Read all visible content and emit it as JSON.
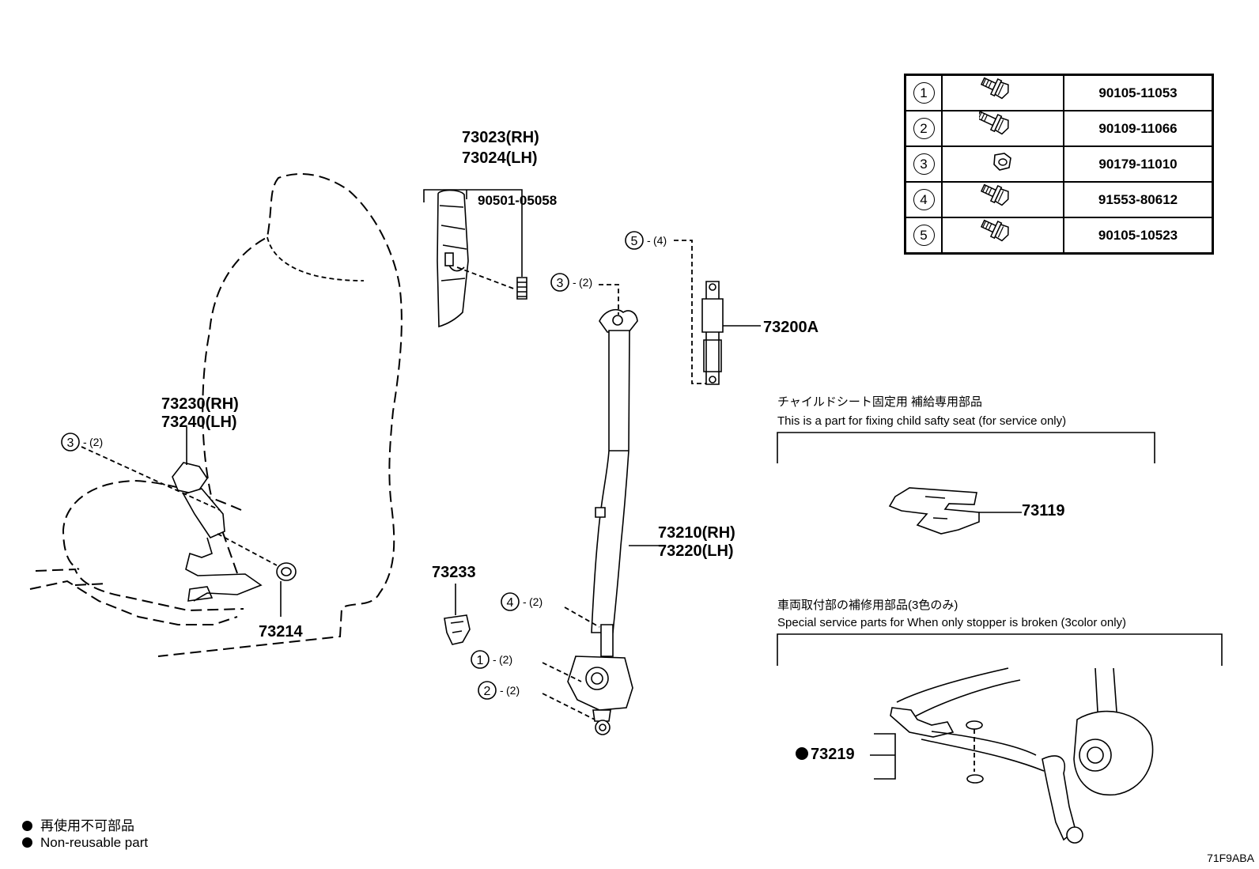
{
  "fastener_table": [
    {
      "ref": "1",
      "part_no": "90105-11053",
      "icon": "flange-bolt-icon"
    },
    {
      "ref": "2",
      "part_no": "90109-11066",
      "icon": "flange-bolt-long-icon"
    },
    {
      "ref": "3",
      "part_no": "90179-11010",
      "icon": "flange-nut-icon"
    },
    {
      "ref": "4",
      "part_no": "91553-80612",
      "icon": "flange-bolt-icon"
    },
    {
      "ref": "5",
      "part_no": "90105-10523",
      "icon": "flange-bolt-icon"
    }
  ],
  "labels": {
    "p73023": "73023(RH)",
    "p73024": "73024(LH)",
    "p90501": "90501-05058",
    "p73200A": "73200A",
    "p73230": "73230(RH)",
    "p73240": "73240(LH)",
    "p73214": "73214",
    "p73233": "73233",
    "p73210": "73210(RH)",
    "p73220": "73220(LH)",
    "p73119": "73119",
    "p73219": "73219",
    "ref5_qty": "5",
    "ref5_paren": "(4)",
    "ref3a_qty": "3",
    "ref3a_paren": "(2)",
    "ref3b_qty": "3",
    "ref3b_paren": "(2)",
    "ref4_qty": "4",
    "ref4_paren": "(2)",
    "ref1_qty": "1",
    "ref1_paren": "(2)",
    "ref2_qty": "2",
    "ref2_paren": "(2)"
  },
  "notes": {
    "child_seat_jp": "チャイルドシート固定用 補給専用部品",
    "child_seat_en": "This is a part for fixing child safty seat (for service only)",
    "stopper_jp": "車両取付部の補修用部品(3色のみ)",
    "stopper_en": "Special service parts for When only stopper is broken (3color only)"
  },
  "legend": {
    "jp": "再使用不可部品",
    "en": "Non-reusable part"
  },
  "illustration_code": "71F9ABA"
}
